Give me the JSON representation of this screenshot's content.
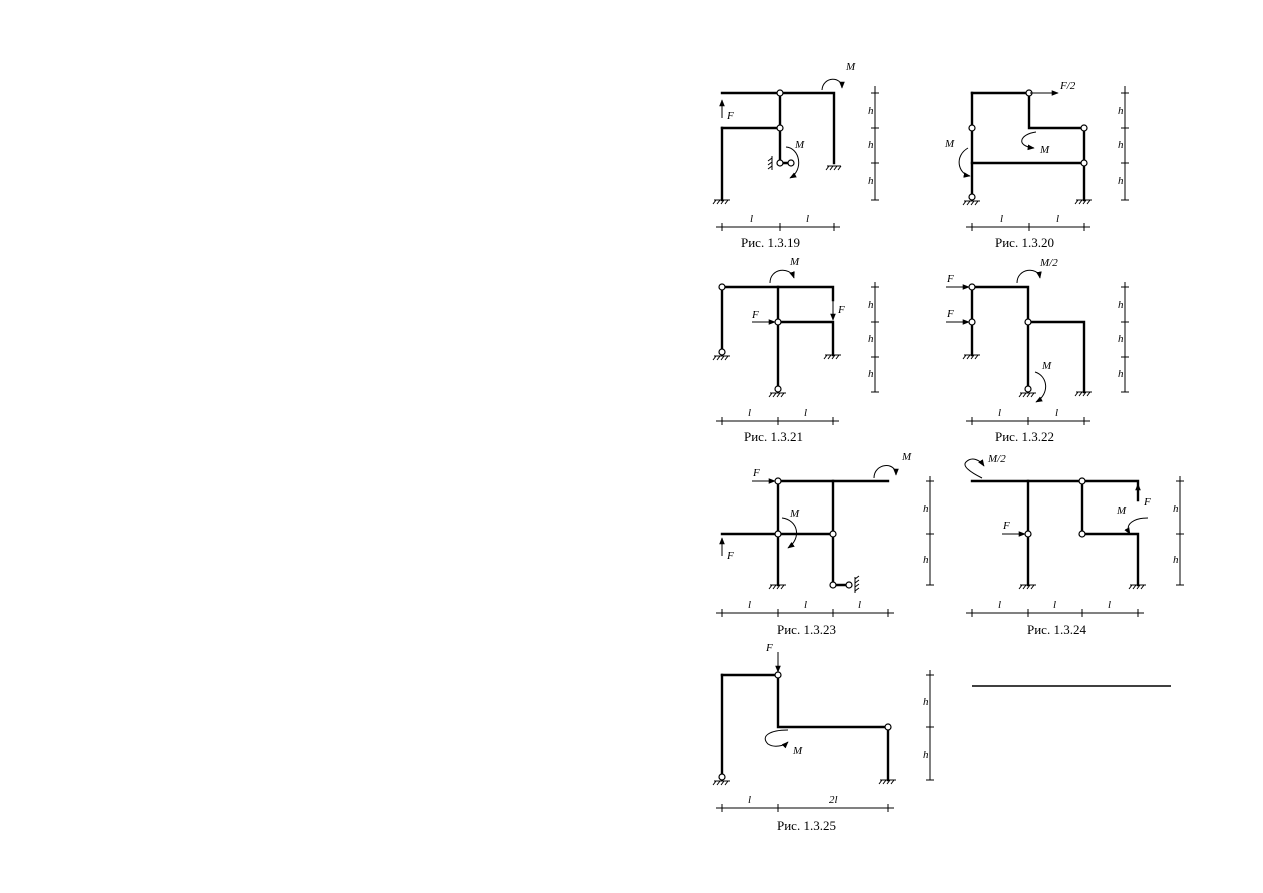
{
  "figures": [
    {
      "caption": "Рис. 1.3.19",
      "loads": [
        "M",
        "F",
        "M"
      ],
      "dims_h": [
        "h",
        "h",
        "h"
      ],
      "dims_l": [
        "l",
        "l"
      ]
    },
    {
      "caption": "Рис. 1.3.20",
      "loads": [
        "F/2",
        "M",
        "M"
      ],
      "dims_h": [
        "h",
        "h",
        "h"
      ],
      "dims_l": [
        "l",
        "l"
      ]
    },
    {
      "caption": "Рис. 1.3.21",
      "loads": [
        "M",
        "F",
        "F"
      ],
      "dims_h": [
        "h",
        "h",
        "h"
      ],
      "dims_l": [
        "l",
        "l"
      ]
    },
    {
      "caption": "Рис. 1.3.22",
      "loads": [
        "F",
        "M/2",
        "F",
        "M"
      ],
      "dims_h": [
        "h",
        "h",
        "h"
      ],
      "dims_l": [
        "l",
        "l"
      ]
    },
    {
      "caption": "Рис. 1.3.23",
      "loads": [
        "F",
        "M",
        "M",
        "F"
      ],
      "dims_h": [
        "h",
        "h"
      ],
      "dims_l": [
        "l",
        "l",
        "l"
      ]
    },
    {
      "caption": "Рис. 1.3.24",
      "loads": [
        "M/2",
        "F",
        "M",
        "F"
      ],
      "dims_h": [
        "h",
        "h"
      ],
      "dims_l": [
        "l",
        "l",
        "l"
      ]
    },
    {
      "caption": "Рис. 1.3.25",
      "loads": [
        "F",
        "M"
      ],
      "dims_h": [
        "h",
        "h"
      ],
      "dims_l": [
        "l",
        "2l"
      ]
    }
  ]
}
